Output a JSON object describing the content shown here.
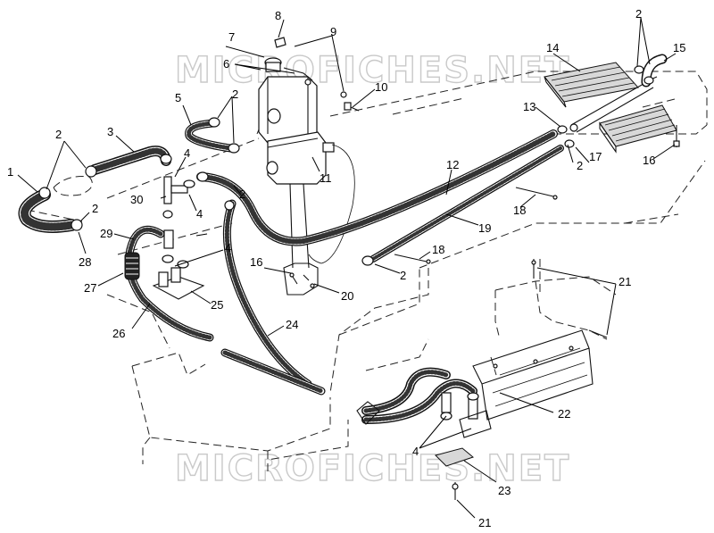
{
  "watermark": {
    "text": "MICROFICHES.NET",
    "color": "#c9c9c9"
  },
  "callouts": [
    "1",
    "2",
    "3",
    "4",
    "5",
    "6",
    "7",
    "8",
    "9",
    "10",
    "11",
    "12",
    "13",
    "14",
    "15",
    "16",
    "17",
    "18",
    "19",
    "20",
    "21",
    "22",
    "23",
    "24",
    "25",
    "26",
    "27",
    "28",
    "29",
    "30"
  ],
  "colors": {
    "line": "#111111",
    "background": "#ffffff"
  }
}
